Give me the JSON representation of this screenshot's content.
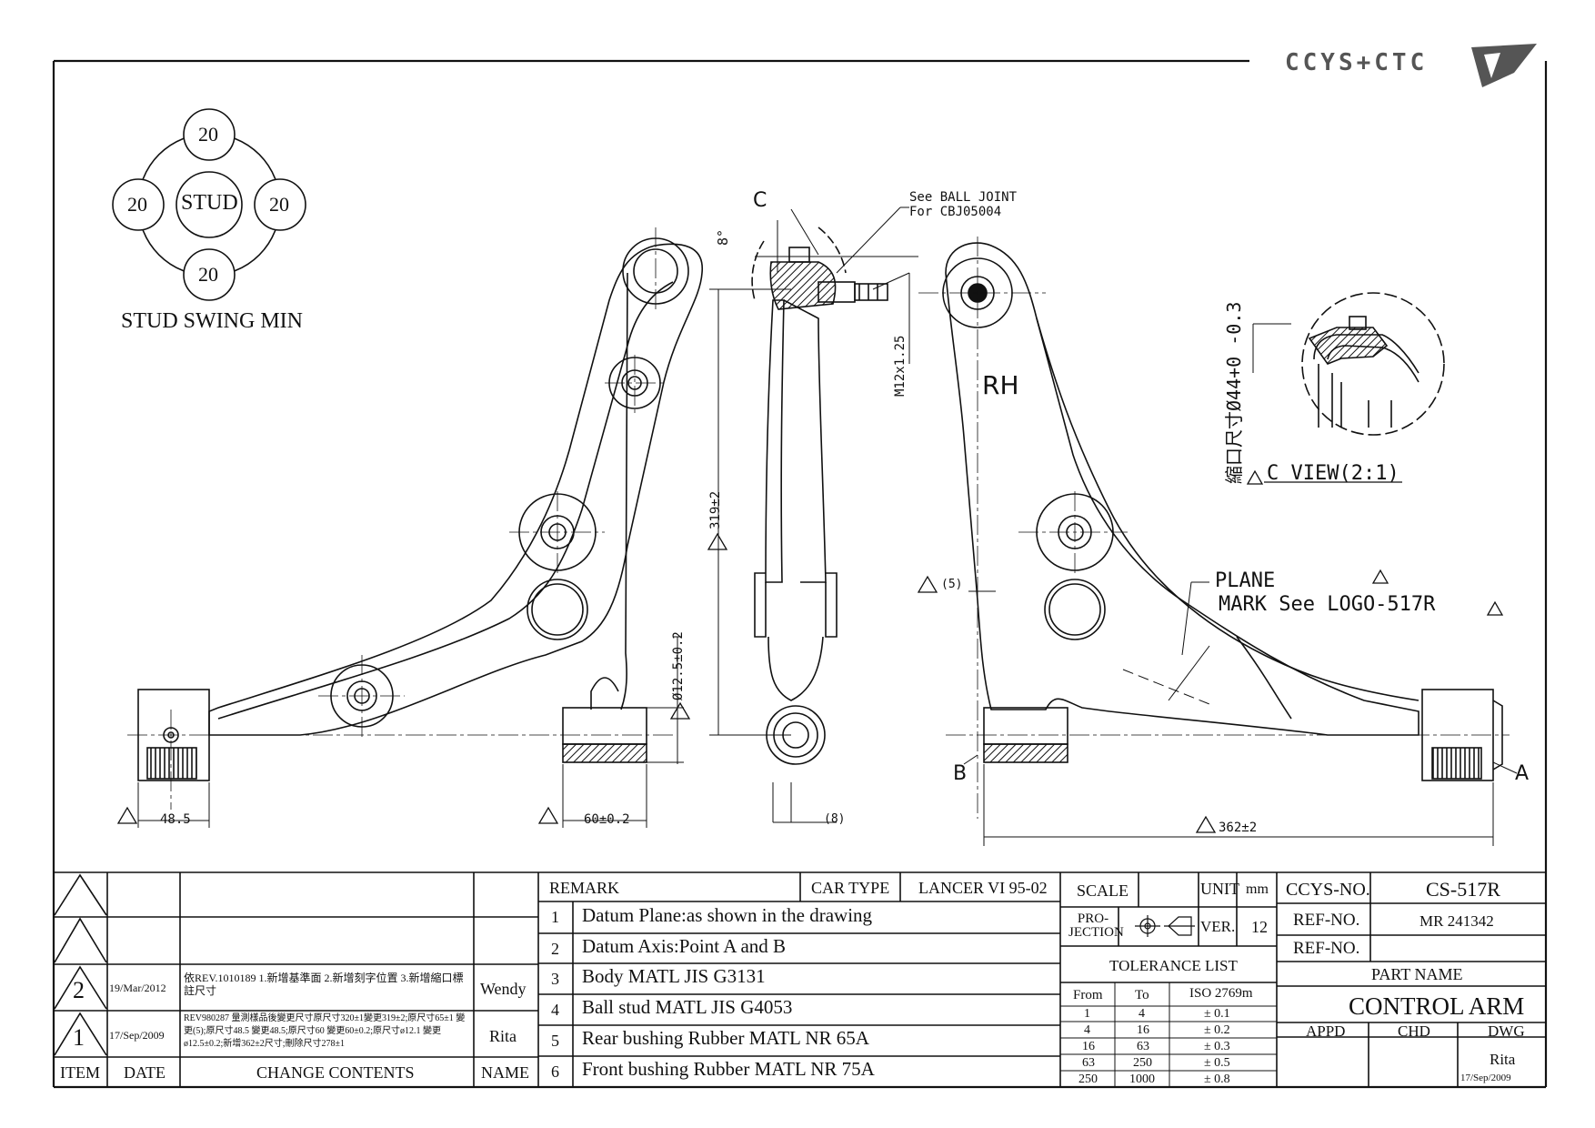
{
  "logo": {
    "text": "CCYS+CTC"
  },
  "stud_swing": {
    "title": "STUD SWING MIN",
    "center": "STUD",
    "angles": [
      "20",
      "20",
      "20",
      "20"
    ]
  },
  "callouts": {
    "c_letter": "C",
    "see_ball_joint_1": "See BALL JOINT",
    "see_ball_joint_2": "For CBJ05004",
    "angle_8": "8°",
    "thread": "M12x1.25",
    "side": "RH",
    "c_view_dim": "縮口尺寸Ø44+0 -0.3",
    "c_view_title": "C VIEW(2:1)",
    "plane": "PLANE",
    "mark": "MARK See LOGO-517R",
    "point_a": "A",
    "point_b": "B"
  },
  "dimensions": {
    "length_319": "319±2",
    "dia_12_5": "Ø12.5±0.2",
    "dim_5": "(5)",
    "dim_48_5": "48.5",
    "dim_60": "60±0.2",
    "dim_8": "(8)",
    "dim_362": "362±2"
  },
  "revisions": {
    "header": {
      "item": "ITEM",
      "date": "DATE",
      "contents": "CHANGE CONTENTS",
      "name": "NAME"
    },
    "rows": [
      {
        "item": "2",
        "date": "19/Mar/2012",
        "contents": "依REV.1010189 1.新增基準面 2.新增刻字位置 3.新增縮口標註尺寸",
        "name": "Wendy"
      },
      {
        "item": "1",
        "date": "17/Sep/2009",
        "contents": "REV980287 量測樣品後變更尺寸原尺寸320±1變更319±2;原尺寸65±1 變更(5);原尺寸48.5 變更48.5;原尺寸60 變更60±0.2;原尺寸ø12.1 變更ø12.5±0.2;新增362±2尺寸;刪除尺寸278±1",
        "name": "Rita"
      }
    ]
  },
  "remarks": {
    "header": "REMARK",
    "car_type_label": "CAR TYPE",
    "car_type": "LANCER VI 95-02",
    "items": [
      {
        "no": "1",
        "text": "Datum Plane:as shown in the drawing"
      },
      {
        "no": "2",
        "text": "Datum Axis:Point A and B"
      },
      {
        "no": "3",
        "text": "Body MATL JIS G3131"
      },
      {
        "no": "4",
        "text": "Ball stud MATL JIS G4053"
      },
      {
        "no": "5",
        "text": "Rear bushing Rubber MATL NR 65A"
      },
      {
        "no": "6",
        "text": "Front bushing Rubber MATL NR 75A"
      }
    ]
  },
  "title_block": {
    "scale_label": "SCALE",
    "unit_label": "UNIT",
    "unit": "mm",
    "projection_label": "PRO-\nJECTION",
    "ver_label": "VER.",
    "ver": "12",
    "tolerance_title": "TOLERANCE LIST",
    "tol_headers": {
      "from": "From",
      "to": "To",
      "iso": "ISO 2769m"
    },
    "tolerances": [
      {
        "from": "1",
        "to": "4",
        "tol": "± 0.1"
      },
      {
        "from": "4",
        "to": "16",
        "tol": "± 0.2"
      },
      {
        "from": "16",
        "to": "63",
        "tol": "± 0.3"
      },
      {
        "from": "63",
        "to": "250",
        "tol": "± 0.5"
      },
      {
        "from": "250",
        "to": "1000",
        "tol": "± 0.8"
      }
    ],
    "ccys_no_label": "CCYS-NO.",
    "ccys_no": "CS-517R",
    "ref_no_label": "REF-NO.",
    "ref_no": "MR 241342",
    "ref_no_label_2": "REF-NO.",
    "ref_no_2": "",
    "part_name_label": "PART NAME",
    "part_name": "CONTROL ARM",
    "appd_label": "APPD",
    "chd_label": "CHD",
    "dwg_label": "DWG",
    "dwg_name": "Rita",
    "dwg_date": "17/Sep/2009"
  }
}
